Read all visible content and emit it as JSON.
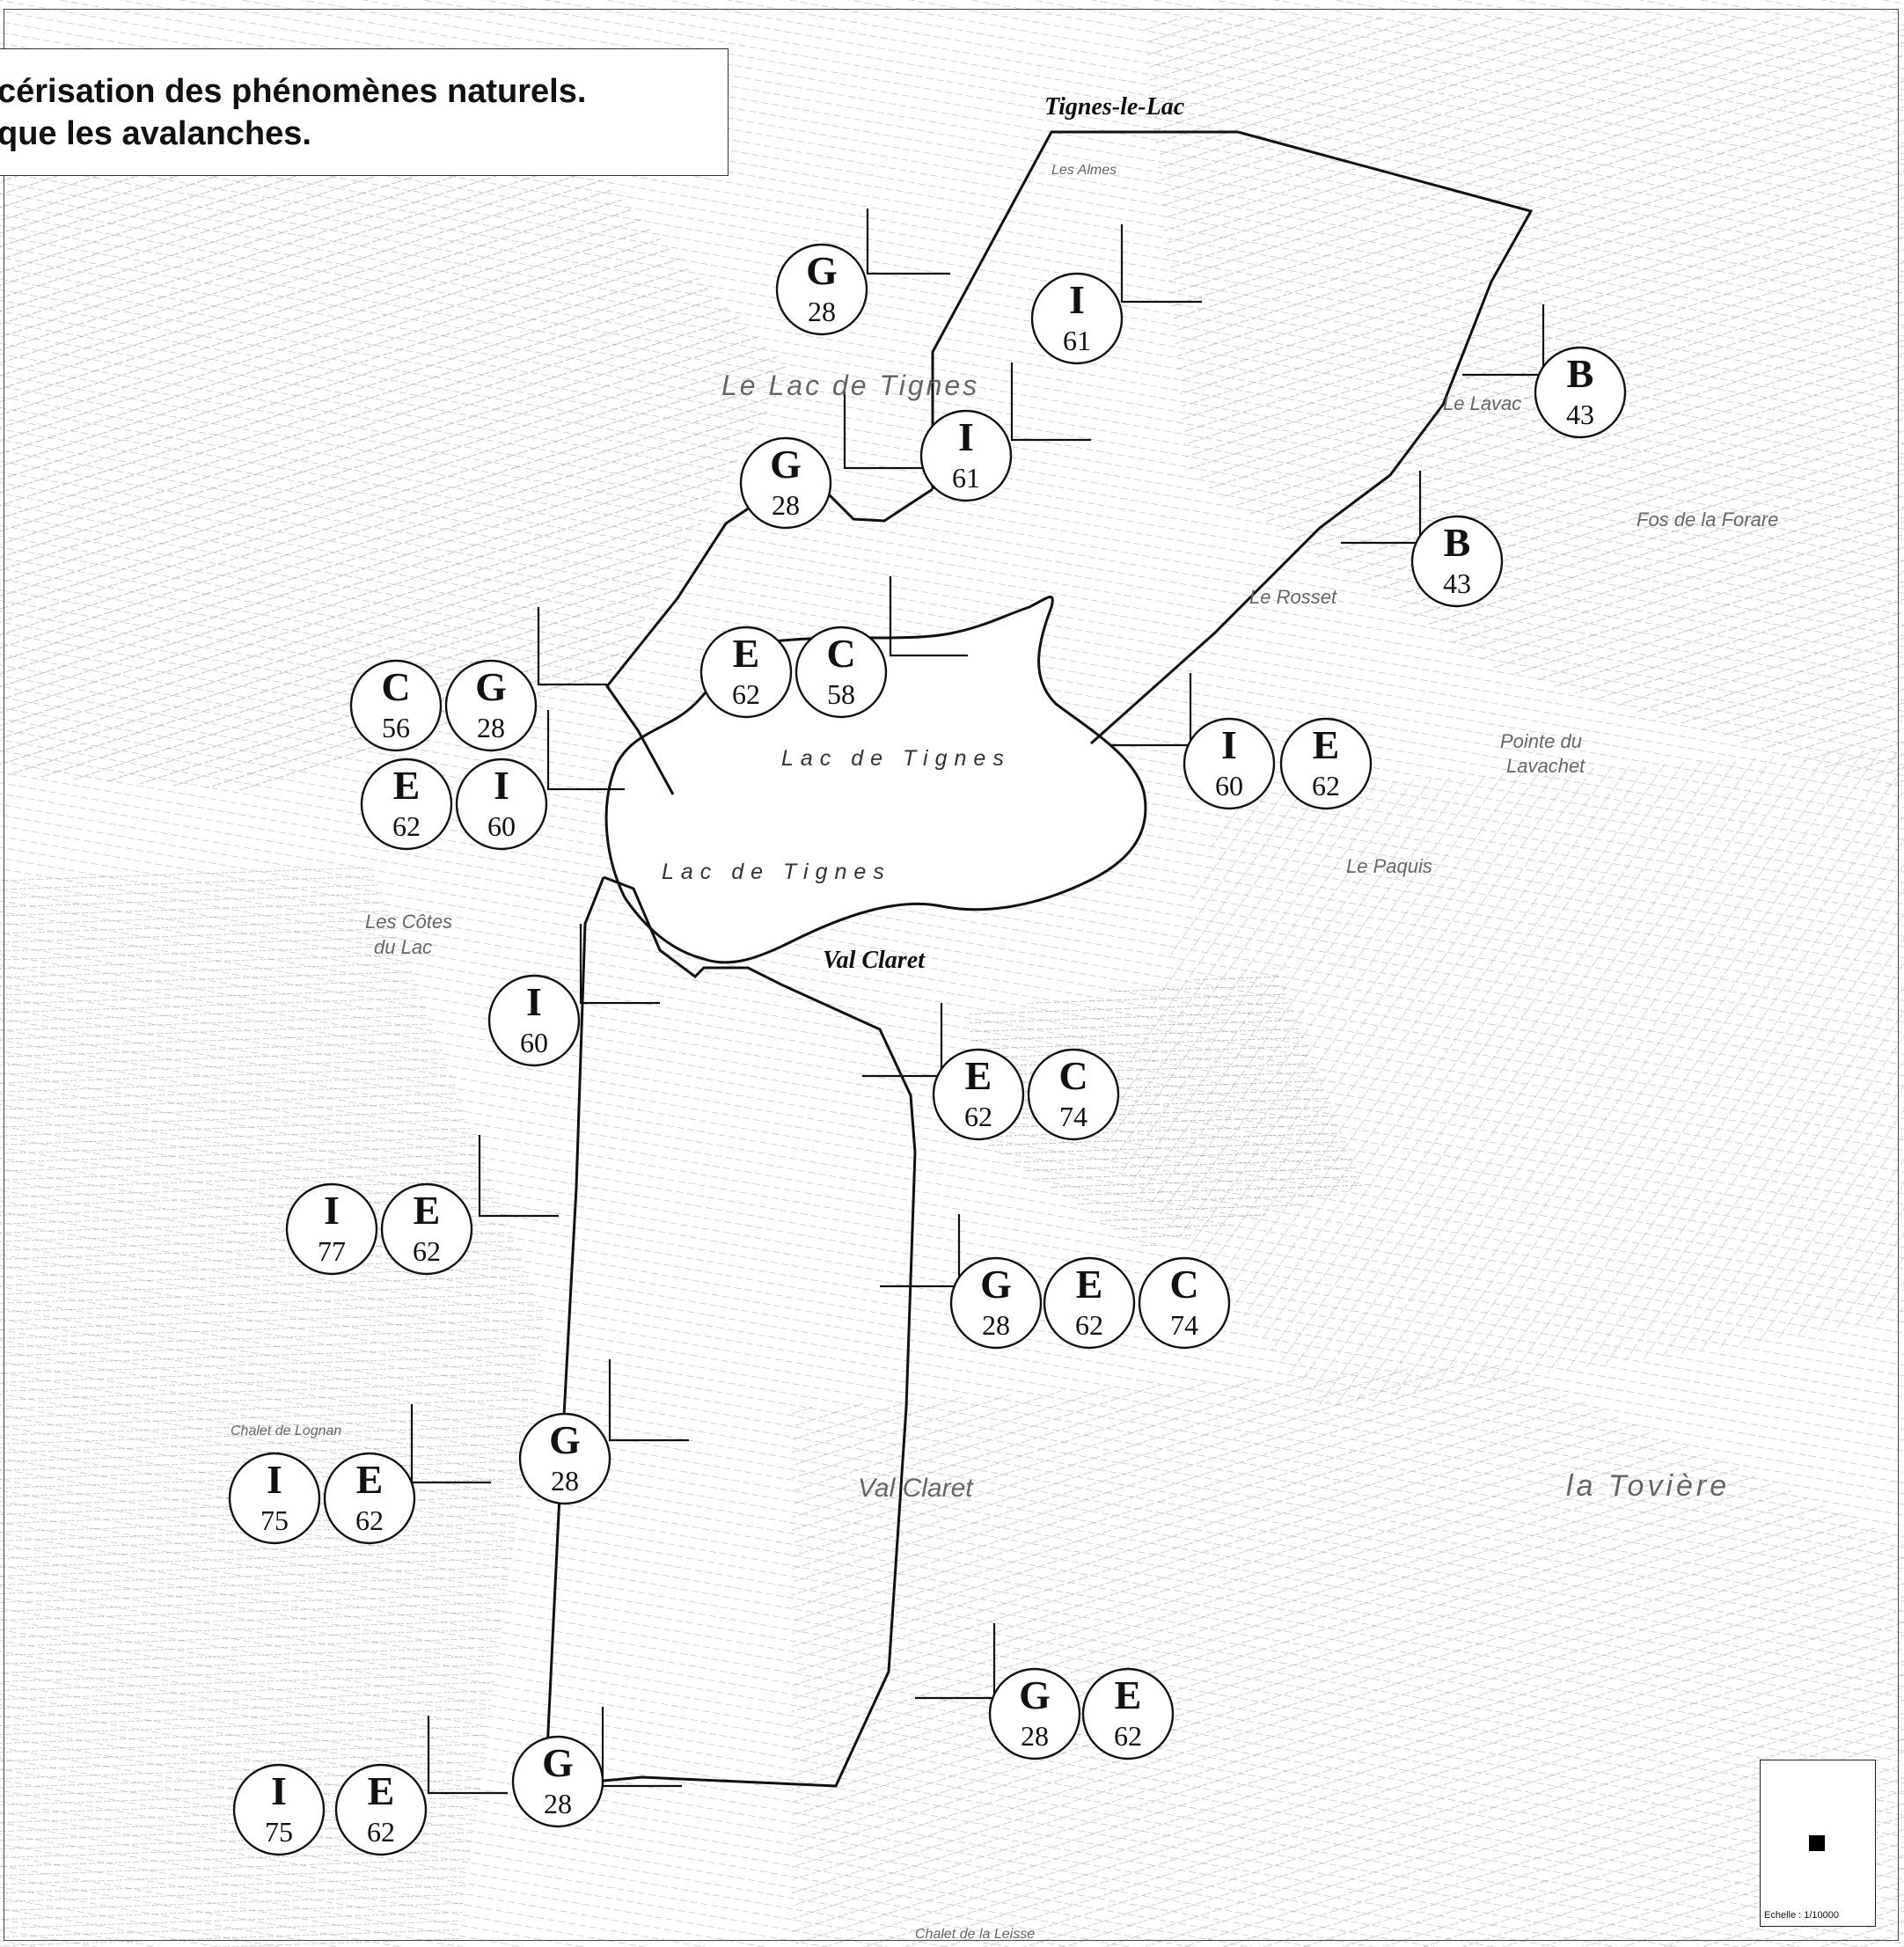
{
  "title": {
    "line1": "cérisation des phénomènes naturels.",
    "line2": "que les avalanches."
  },
  "places": {
    "tignes_le_lac": "Tignes-le-Lac",
    "val_claret": "Val Claret"
  },
  "lake_labels": [
    "Lac de Tignes",
    "Lac de Tignes"
  ],
  "topo_labels": {
    "le_lac_de_tignes": "Le Lac de Tignes",
    "val_claret_topo": "Val Claret",
    "la_toviere": "la Tovière",
    "les_cotes_du_lac_1": "Les Côtes",
    "les_cotes_du_lac_2": "du Lac",
    "le_paquis": "Le Paquis",
    "le_rosset": "Le Rosset",
    "pointe_du_lavachet_1": "Pointe du",
    "pointe_du_lavachet_2": "Lavachet",
    "fos_de_la_forare": "Fos de la Forare",
    "le_lavachet": "Le Lavac",
    "les_almes": "Les Almes",
    "chalet_de_lognan": "Chalet de Lognan",
    "chalet_de_la_leisse": "Chalet de la Leisse"
  },
  "zone_codes": [
    [
      "G",
      "28"
    ],
    [
      "I",
      "61"
    ],
    [
      "B",
      "43"
    ],
    [
      "G",
      "28"
    ],
    [
      "I",
      "61"
    ],
    [
      "B",
      "43"
    ],
    [
      "C",
      "56"
    ],
    [
      "G",
      "28"
    ],
    [
      "E",
      "62"
    ],
    [
      "I",
      "60"
    ],
    [
      "E",
      "62"
    ],
    [
      "C",
      "58"
    ],
    [
      "I",
      "60"
    ],
    [
      "E",
      "62"
    ],
    [
      "I",
      "60"
    ],
    [
      "E",
      "62"
    ],
    [
      "C",
      "74"
    ],
    [
      "I",
      "77"
    ],
    [
      "E",
      "62"
    ],
    [
      "G",
      "28"
    ],
    [
      "E",
      "62"
    ],
    [
      "C",
      "74"
    ],
    [
      "G",
      "28"
    ],
    [
      "I",
      "75"
    ],
    [
      "E",
      "62"
    ],
    [
      "G",
      "28"
    ],
    [
      "E",
      "62"
    ],
    [
      "I",
      "75"
    ],
    [
      "E",
      "62"
    ],
    [
      "G",
      "28"
    ]
  ],
  "scale": {
    "text": "Echelle : 1/10000"
  }
}
